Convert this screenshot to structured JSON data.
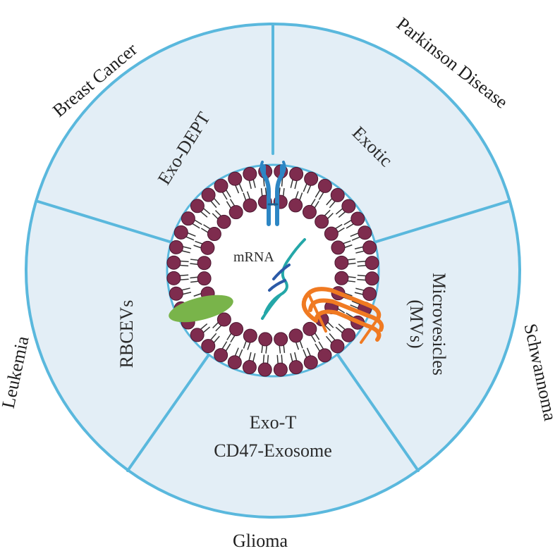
{
  "diagram": {
    "outer_labels": {
      "top_left": "Breast Cancer",
      "top_right": "Parkinson Disease",
      "right": "Schwannoma",
      "bottom": "Glioma",
      "left": "Leukemia"
    },
    "segment_labels": {
      "top_left": "Exo-DEPT",
      "top_right": "Exotic",
      "right_line1": "Microvesicles",
      "right_line2": "(MVs)",
      "bottom_line1": "Exo-T",
      "bottom_line2": "CD47-Exosome",
      "left": "RBCEVs"
    },
    "center": {
      "label": "mRNA"
    },
    "colors": {
      "ring_stroke": "#5ab8dd",
      "segment_fill": "#e3eef6",
      "lipid_head": "#7e2c4e",
      "lipid_tail": "#333333",
      "receptor": "#2d86c4",
      "protein_green": "#79b44a",
      "protein_orange": "#f07a22",
      "rna_strand": "#24a7a8",
      "rna_strand_dark": "#2b5aa7"
    }
  }
}
